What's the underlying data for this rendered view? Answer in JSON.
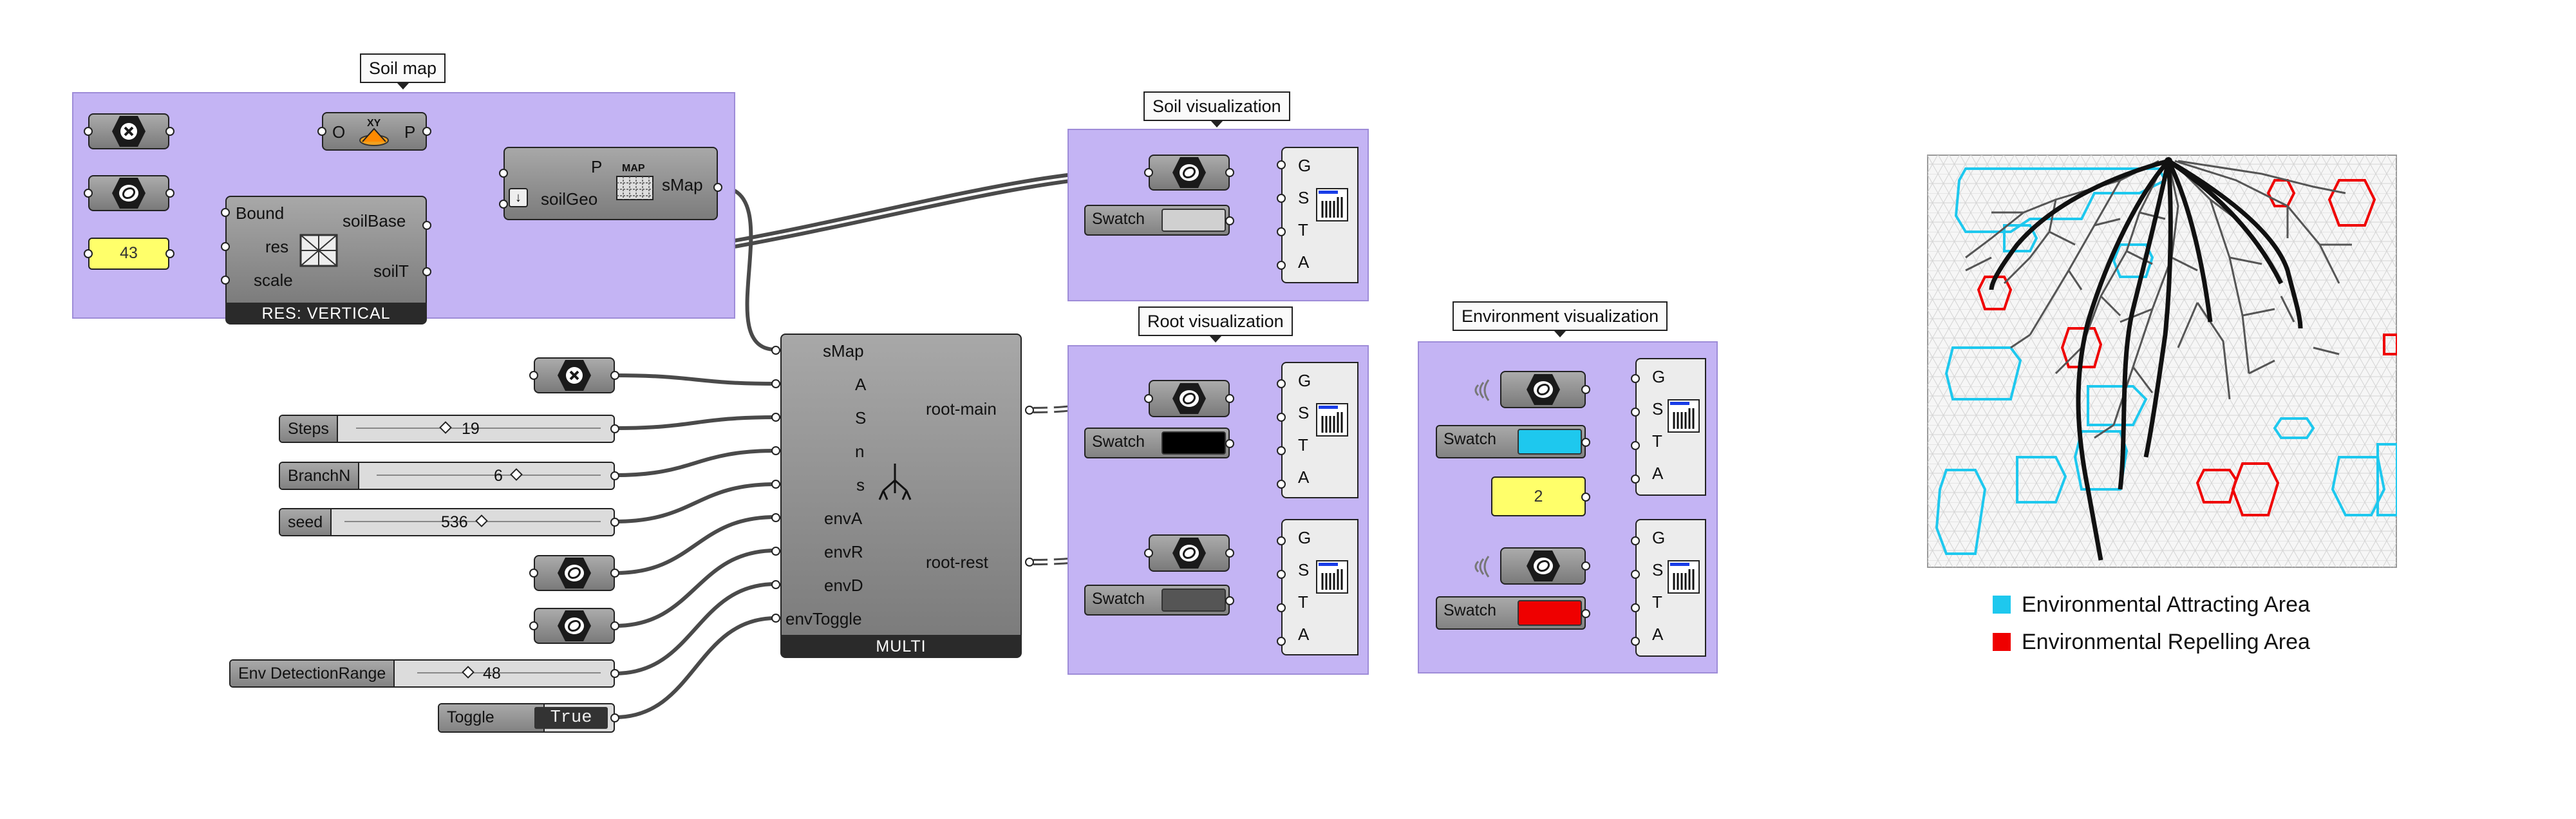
{
  "groups": {
    "soil_map": "Soil map",
    "soil_vis": "Soil visualization",
    "root_vis": "Root visualization",
    "env_vis": "Environment visualization"
  },
  "soil_map": {
    "pt_in": "O",
    "pt_out": "P",
    "pt_icon": "XY",
    "number_value": "43",
    "res_inputs": [
      "Bound",
      "res",
      "scale"
    ],
    "res_outputs": [
      "soilBase",
      "soilT"
    ],
    "res_footer": "RES: VERTICAL",
    "smap_in_p": "P",
    "smap_in_geo": "soilGeo",
    "smap_out": "sMap",
    "smap_icon": "MAP"
  },
  "sliders": [
    {
      "name": "Steps",
      "value": "19"
    },
    {
      "name": "BranchN",
      "value": "6"
    },
    {
      "name": "seed",
      "value": "536"
    },
    {
      "name": "Env DetectionRange",
      "value": "48"
    }
  ],
  "toggle": {
    "name": "Toggle",
    "value": "True"
  },
  "multi": {
    "inputs": [
      "sMap",
      "A",
      "S",
      "n",
      "s",
      "envA",
      "envR",
      "envD",
      "envToggle"
    ],
    "outputs": [
      "root-main",
      "root-rest"
    ],
    "footer": "MULTI"
  },
  "swatch_label": "Swatch",
  "preview_ports": [
    "G",
    "S",
    "T",
    "A"
  ],
  "env_panel_value": "2",
  "colors": {
    "group_fill": "#c4b4f4",
    "attract": "#1ec8ee",
    "repel": "#ef0000",
    "swatch_soil": "#d0d0d0",
    "swatch_root_main": "#000000",
    "swatch_root_rest": "#555555",
    "number_panel": "#ffff6a"
  },
  "legend": {
    "attract": "Environmental Attracting Area",
    "repel": "Environmental Repelling Area"
  }
}
